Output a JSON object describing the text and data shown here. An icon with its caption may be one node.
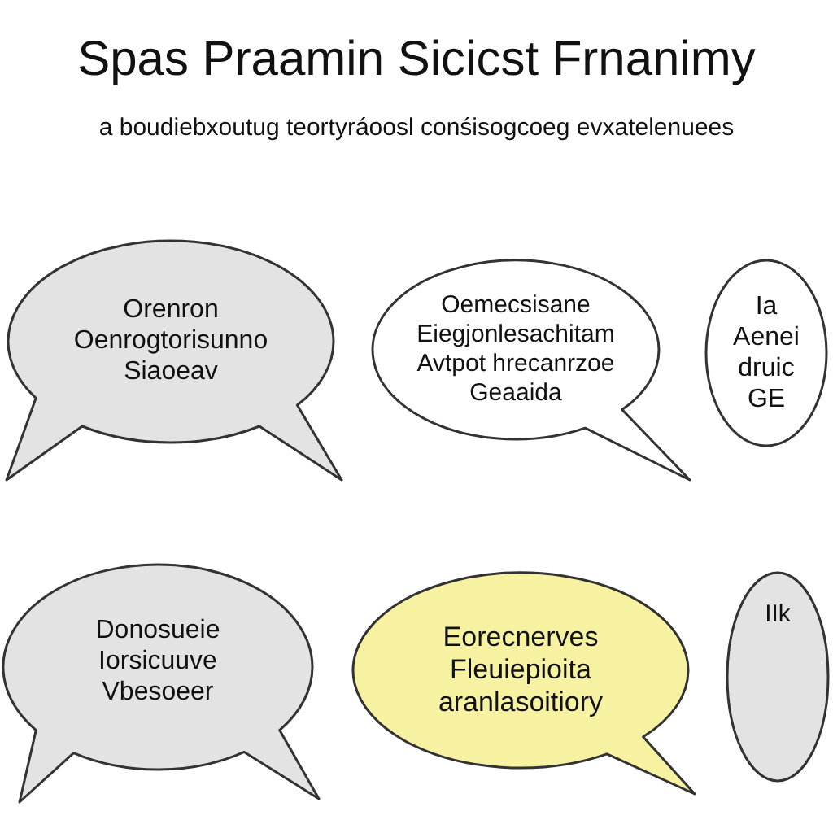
{
  "diagram": {
    "title": "Spas Praamin Sicicst Frnanimy",
    "nodes": [
      {
        "text": [
          "Orenron Oenrogtorisunno Siaoeav"
        ]
      },
      {
        "text": [
          "Oemecsisane Eiegjonlesachitam Avtpot hrecanrzoe Geaaida"
        ]
      },
      {
        "text": [
          "Ia Aenei druic GE"
        ]
      },
      {
        "text": [
          "Donosueie Iorsicuuve Vbesoeer"
        ]
      },
      {
        "text": [
          "Eorecnerves Fleuiepioita aranlasoitiory"
        ]
      },
      {
        "text": [
          "IIk"
        ]
      }
    ],
    "labels": [
      "a boudiebxoutug teortyráoosl conśisogcoeg evxatelenuees"
    ]
  }
}
